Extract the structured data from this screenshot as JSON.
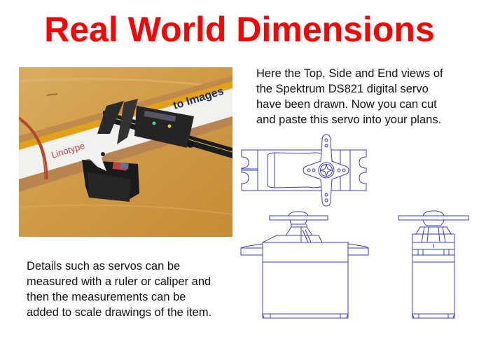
{
  "slide": {
    "title": "Real World Dimensions",
    "title_color": "#ff0000",
    "description_top": {
      "lines": [
        "Here the Top, Side and End views of",
        "the Spektrum DS821 digital servo",
        "have been drawn. Now you can cut",
        "and paste this servo into your plans."
      ]
    },
    "description_bottom": {
      "lines": [
        "Details such as servos can be",
        "measured with a ruler or caliper and",
        "then the measurements can be",
        "added to scale drawings of the item."
      ]
    },
    "photo": {
      "subject": "servo measured with digital caliper on ruler",
      "ruler_text_left": "Linotype",
      "ruler_text_right": "to Images"
    },
    "drawings": {
      "line_color": "#3b3bc8",
      "views": [
        "top-view",
        "side-view",
        "end-view"
      ]
    }
  }
}
